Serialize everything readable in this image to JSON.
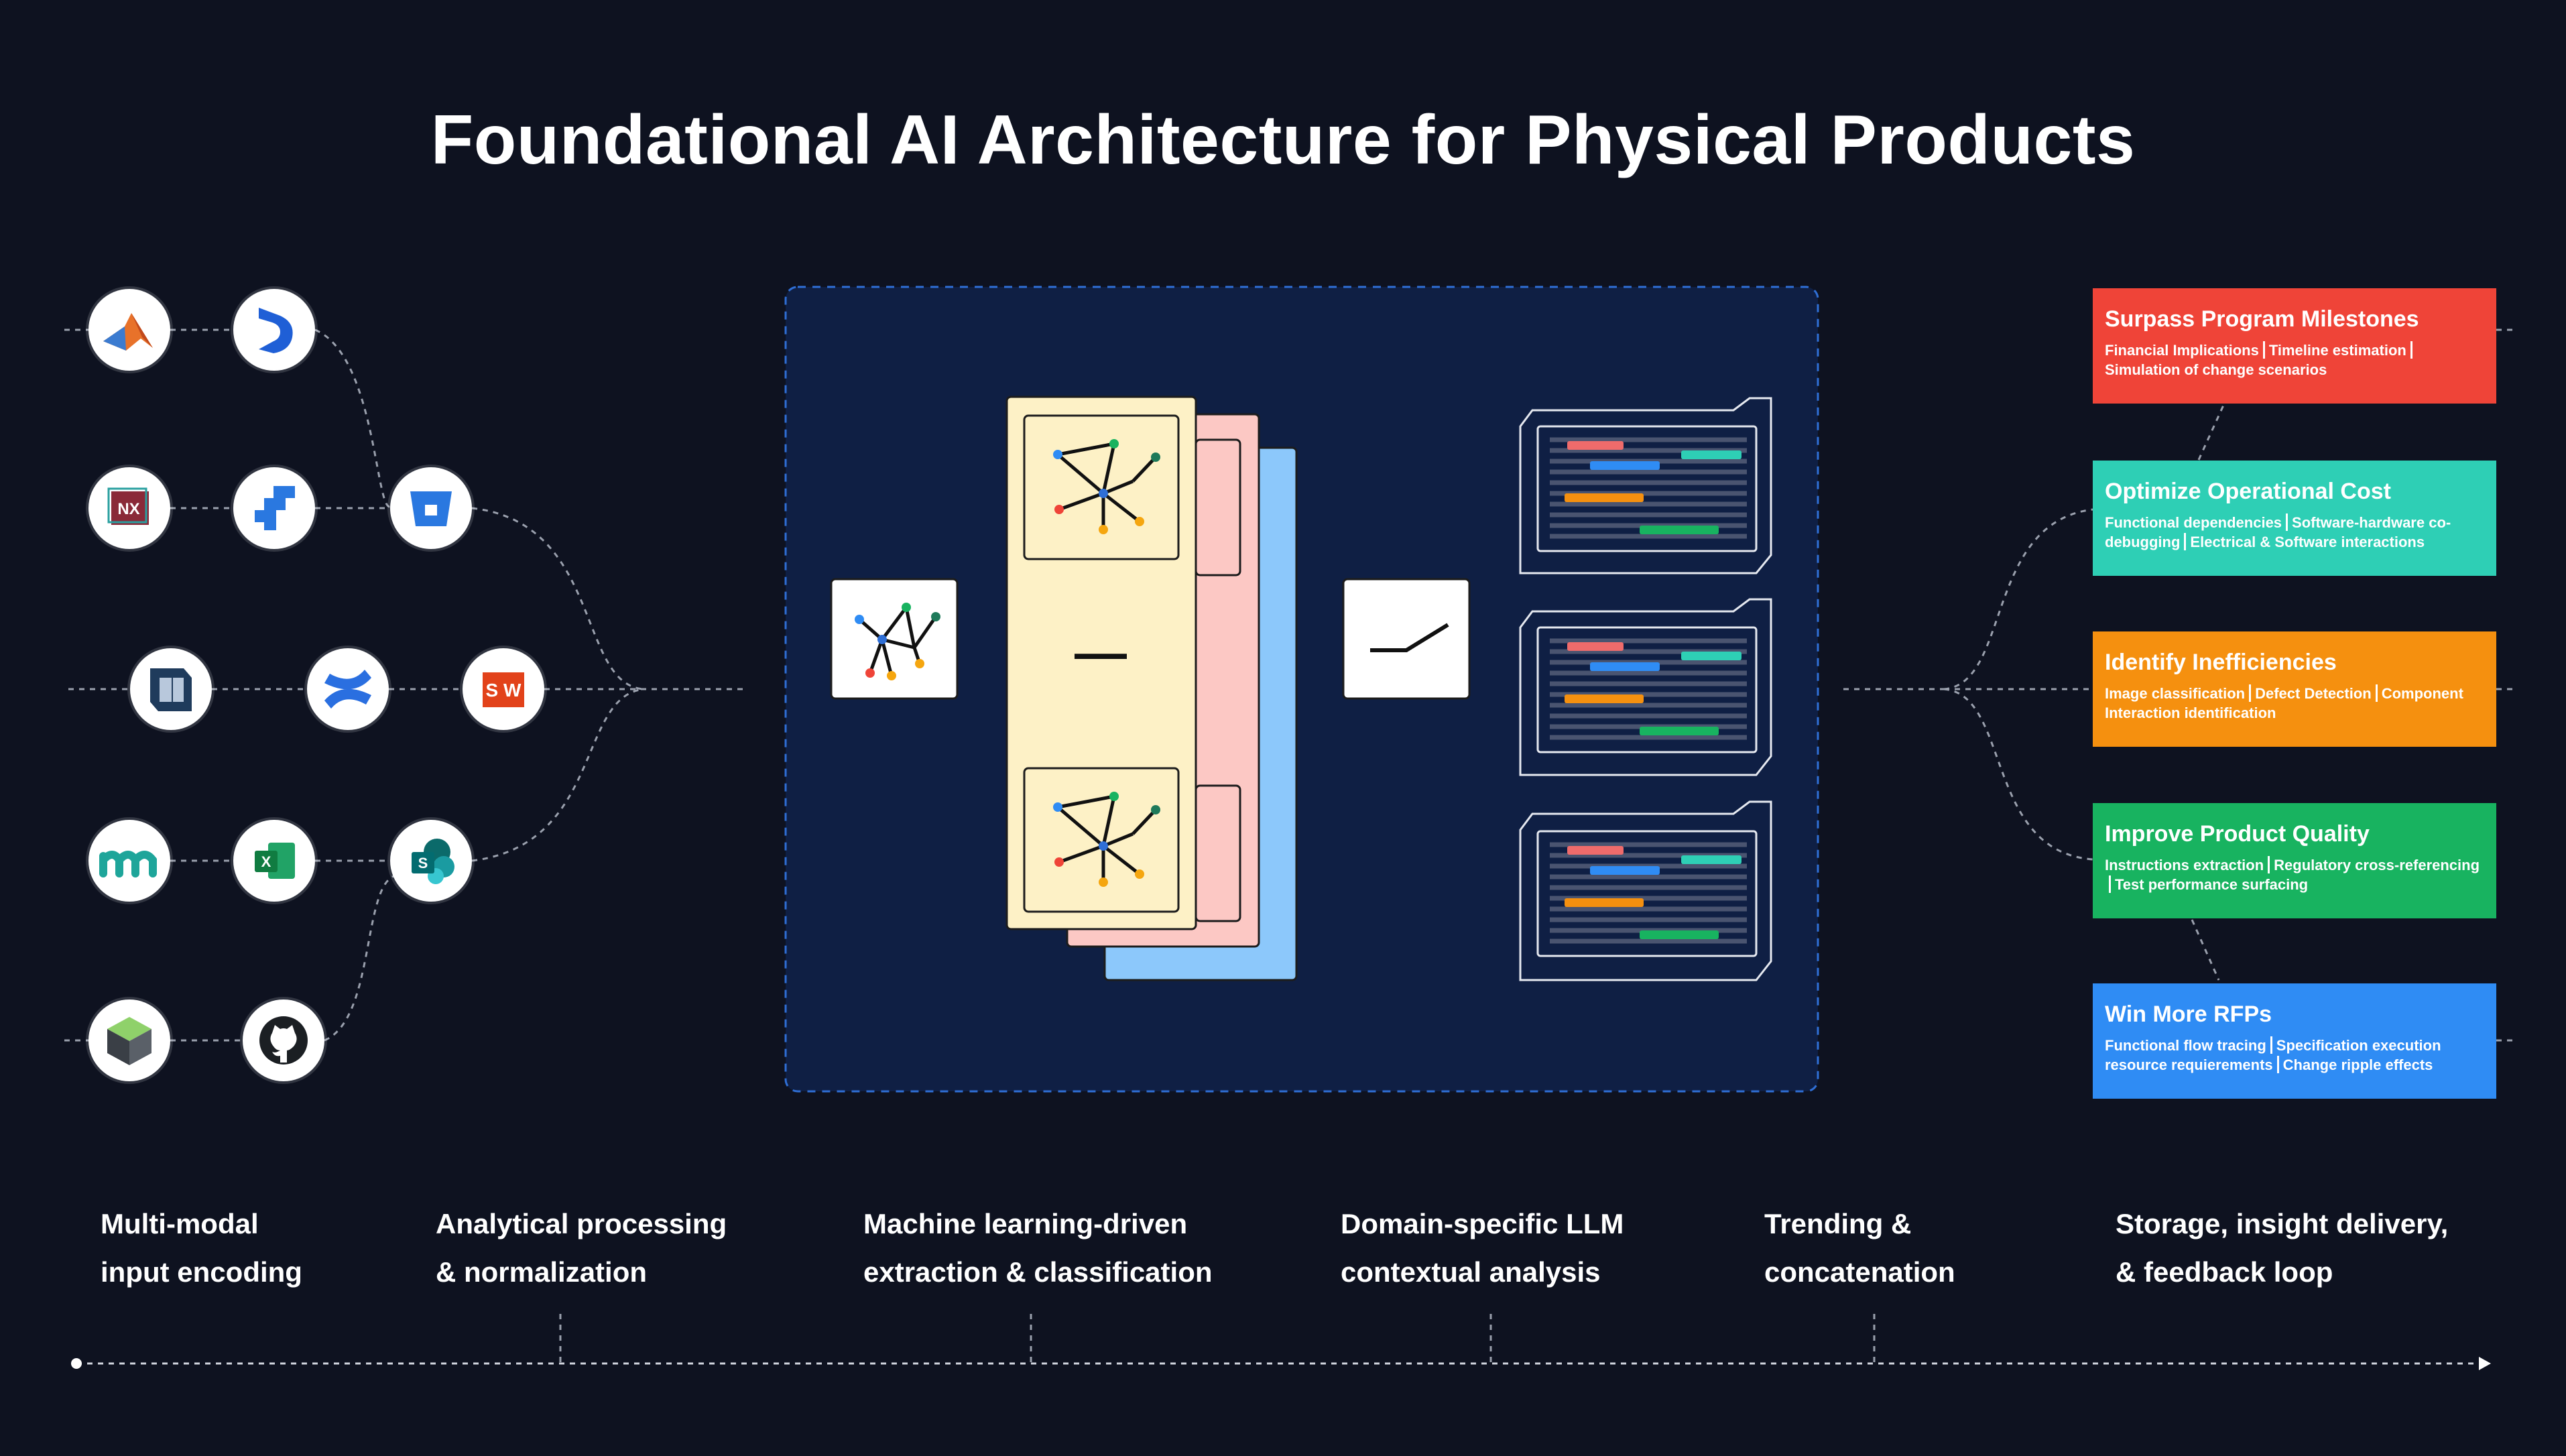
{
  "title": "Foundational AI Architecture for Physical Products",
  "input_icons": [
    {
      "name": "matlab-icon"
    },
    {
      "name": "dynamics-icon"
    },
    {
      "name": "nx-icon",
      "text": "NX"
    },
    {
      "name": "jira-icon"
    },
    {
      "name": "bitbucket-icon"
    },
    {
      "name": "netsuite-icon"
    },
    {
      "name": "confluence-icon"
    },
    {
      "name": "solidworks-icon",
      "text": "S W"
    },
    {
      "name": "monday-icon"
    },
    {
      "name": "excel-icon",
      "text": "X"
    },
    {
      "name": "sharepoint-icon",
      "text": "S"
    },
    {
      "name": "3d-box-icon"
    },
    {
      "name": "github-icon"
    }
  ],
  "pipeline": {
    "middle_symbol": "—"
  },
  "outputs": [
    {
      "title": "Surpass Program Milestones",
      "color": "#ef4438",
      "items": [
        "Financial Implications",
        "Timeline estimation",
        "Simulation of change scenarios"
      ]
    },
    {
      "title": "Optimize Operational Cost",
      "color": "#2ecfb5",
      "items": [
        "Functional dependencies",
        "Software-hardware co-debugging",
        "Electrical & Software interactions"
      ]
    },
    {
      "title": "Identify Inefficiencies",
      "color": "#f5900f",
      "items": [
        "Image classification",
        "Defect Detection",
        "Component Interaction identification"
      ]
    },
    {
      "title": "Improve Product Quality",
      "color": "#18b360",
      "items": [
        "Instructions extraction",
        "Regulatory cross-referencing",
        "Test performance surfacing"
      ]
    },
    {
      "title": "Win More RFPs",
      "color": "#2f8cf4",
      "items": [
        "Functional flow tracing",
        "Specification execution resource requierements",
        "Change ripple effects"
      ]
    }
  ],
  "stages": [
    {
      "line1": "Multi-modal",
      "line2": "input encoding"
    },
    {
      "line1": "Analytical processing",
      "line2": "& normalization"
    },
    {
      "line1": "Machine learning-driven",
      "line2": "extraction & classification"
    },
    {
      "line1": "Domain-specific LLM",
      "line2": "contextual analysis"
    },
    {
      "line1": "Trending &",
      "line2": "concatenation"
    },
    {
      "line1": "Storage, insight delivery,",
      "line2": "& feedback loop"
    }
  ],
  "colors": {
    "background": "#0e1220",
    "panel": "#0f1f44",
    "panel_border": "#2f6fd6",
    "node_cream": "#fdf1c6",
    "node_pink": "#fcc8c4",
    "node_blue": "#8cc8fb"
  }
}
